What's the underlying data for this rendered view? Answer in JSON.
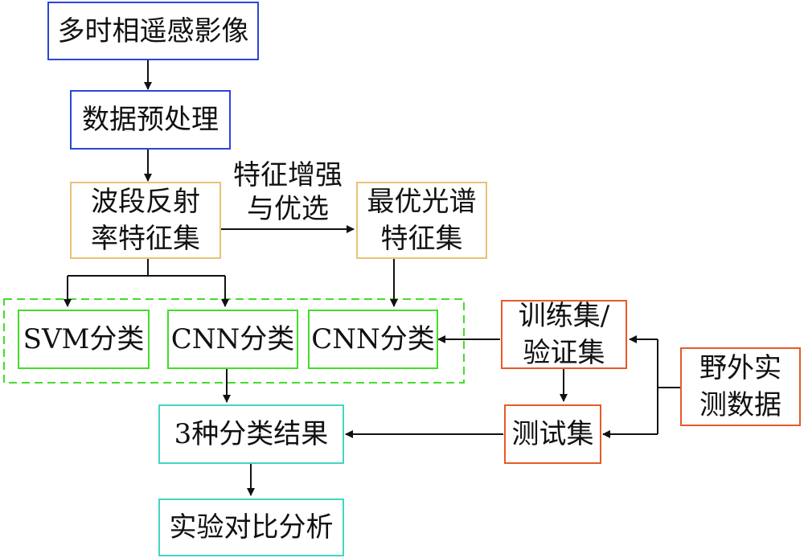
{
  "colors": {
    "blue": "#2b45d8",
    "tan": "#e8c275",
    "green": "#44dd2a",
    "green_dashed": "#44dd2a",
    "teal": "#43d6c2",
    "orange": "#e8592a",
    "arrow": "#111111"
  },
  "nodes": {
    "multi_temporal": "多时相遥感影像",
    "preprocess": "数据预处理",
    "band_reflectance": "波段反射\n率特征集",
    "optimal_spectral": "最优光谱\n特征集",
    "svm": "SVM分类",
    "cnn_1": "CNN分类",
    "cnn_2": "CNN分类",
    "train_val": "训练集/\n验证集",
    "field_data": "野外实\n测数据",
    "test_set": "测试集",
    "results": "3种分类结果",
    "comparison": "实验对比分析"
  },
  "edge_labels": {
    "feature_enhance": "特征增强\n与优选"
  }
}
